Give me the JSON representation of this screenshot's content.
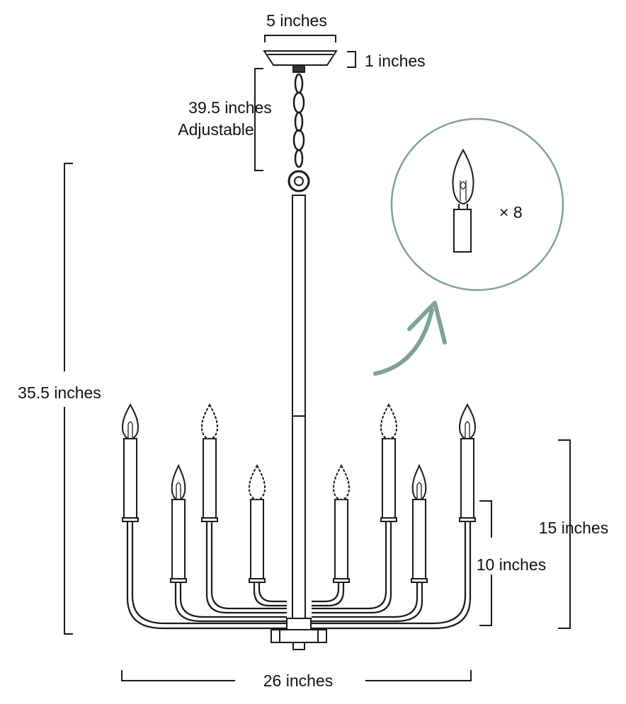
{
  "dimensions": {
    "canopy_width": "5 inches",
    "canopy_height": "1 inches",
    "chain_length": "39.5 inches",
    "chain_note": "Adjustable",
    "total_height": "35.5 inches",
    "fixture_height": "15 inches",
    "arm_height": "10 inches",
    "fixture_width": "26 inches"
  },
  "bulb_callout": {
    "count_label": "× 8",
    "circle_color": "#7fa393",
    "arrow_color": "#7fa393"
  },
  "colors": {
    "line": "#1a1a1a",
    "background": "#ffffff"
  }
}
